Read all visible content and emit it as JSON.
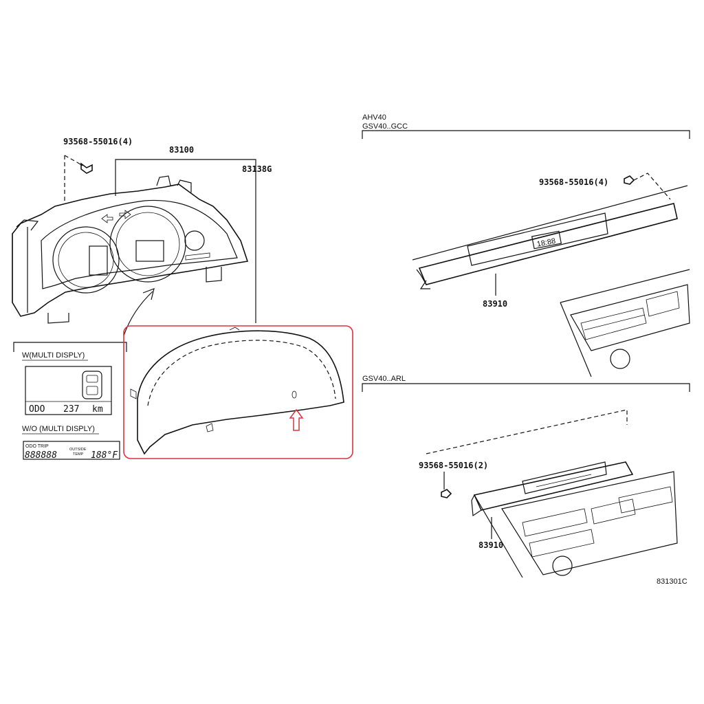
{
  "labels": {
    "bolt_left": "93568-55016(4)",
    "cluster_part": "83100",
    "lens_part": "83138G",
    "section_top": "AHV40",
    "section_top_2": "GSV40..GCC",
    "bolt_top_right": "93568-55016(4)",
    "display_top": "83910",
    "section_bottom": "GSV40..ARL",
    "bolt_bottom_right": "93568-55016(2)",
    "display_bottom": "83910",
    "diagram_id": "831301C"
  },
  "inset": {
    "with_multi_title": "W(MULTI DISPLY)",
    "odo_label": "ODO",
    "odo_value": "237",
    "odo_unit": "km",
    "without_multi_title": "W/O (MULTI DISPLY)",
    "lcd_odo_trip": "ODO TRIP",
    "lcd_digits": "888888",
    "lcd_outside": "OUTSIDE",
    "lcd_temp": "TEMP",
    "lcd_temp_digits": "188°F",
    "clock_digits": "18:88"
  },
  "colors": {
    "highlight": "#d9333f",
    "line": "#111111"
  },
  "icons": {
    "arrow": "up-arrow-icon"
  }
}
